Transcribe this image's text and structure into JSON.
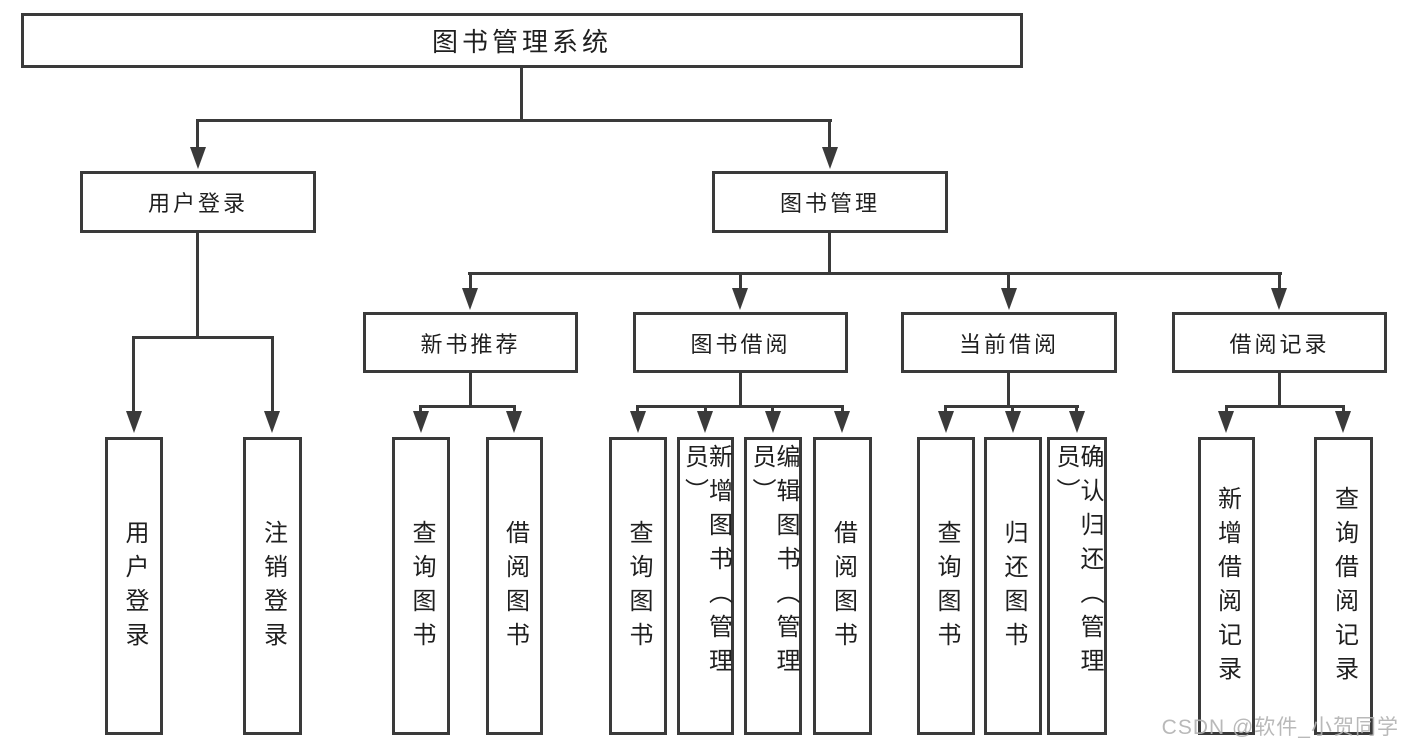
{
  "diagram_title": "图书管理系统",
  "tree": {
    "root": "图书管理系统",
    "branches": [
      {
        "label": "用户登录",
        "children": [
          "用户登录",
          "注销登录"
        ]
      },
      {
        "label": "图书管理",
        "sections": [
          {
            "label": "新书推荐",
            "children": [
              "查询图书",
              "借阅图书"
            ]
          },
          {
            "label": "图书借阅",
            "children": [
              "查询图书",
              "新增图书（管理员）",
              "编辑图书（管理员）",
              "借阅图书"
            ]
          },
          {
            "label": "当前借阅",
            "children": [
              "查询图书",
              "归还图书",
              "确认归还（管理员）"
            ]
          },
          {
            "label": "借阅记录",
            "children": [
              "新增借阅记录",
              "查询借阅记录"
            ]
          }
        ]
      }
    ]
  },
  "watermark": "CSDN @软件_小贺同学",
  "colors": {
    "line": "#3a3a3a",
    "text": "#1f1f1f",
    "watermark": "#b2b2b2",
    "background": "#ffffff"
  }
}
